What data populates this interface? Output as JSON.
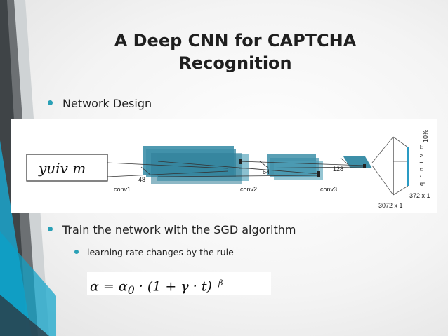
{
  "slide": {
    "title_line1": "A Deep CNN for CAPTCHA",
    "title_line2": "Recognition",
    "bullets": [
      {
        "text": "Network Design"
      },
      {
        "text": "Train the network with the SGD algorithm"
      }
    ],
    "sub_bullet": "learning rate changes by the rule",
    "formula": {
      "lhs": "α",
      "eq": " = α",
      "sub": "0",
      "rhs": " · (1 + γ · t)",
      "exp": "−β"
    }
  },
  "diagram": {
    "captcha_text": "yuiv m",
    "labels": {
      "conv1": "conv1",
      "conv2": "conv2",
      "conv3": "conv3",
      "d48": "48",
      "d64": "64",
      "d128": "128",
      "fc": "3072 x 1",
      "out": "372 x 1",
      "pct": "10%",
      "chars": "q r n i v m"
    }
  },
  "colors": {
    "accent": "#2aa0b6",
    "block": "#3d8fa8",
    "deco_teal": "#0aa3c9"
  }
}
